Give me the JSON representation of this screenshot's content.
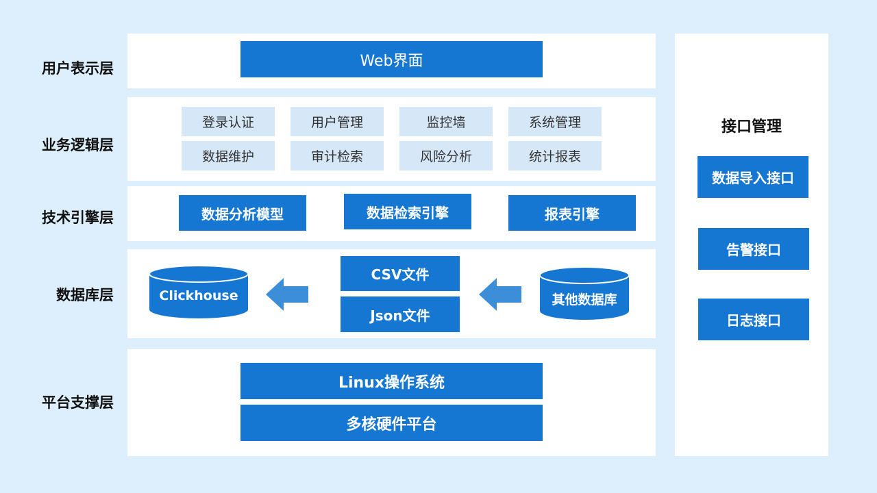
{
  "layers": {
    "presentation": "用户表示层",
    "business": "业务逻辑层",
    "engine": "技术引擎层",
    "database": "数据库层",
    "platform": "平台支撑层"
  },
  "presentation": {
    "web": "Web界面"
  },
  "business": {
    "items": [
      "登录认证",
      "用户管理",
      "监控墙",
      "系统管理",
      "数据维护",
      "审计检索",
      "风险分析",
      "统计报表"
    ]
  },
  "engine": {
    "items": [
      "数据分析模型",
      "数据检索引擎",
      "报表引擎"
    ]
  },
  "database": {
    "clickhouse": "Clickhouse",
    "csv": "CSV文件",
    "json": "Json文件",
    "other": "其他数据库"
  },
  "platform": {
    "os": "Linux操作系统",
    "hw": "多核硬件平台"
  },
  "interfaces": {
    "title": "接口管理",
    "items": [
      "数据导入接口",
      "告警接口",
      "日志接口"
    ]
  },
  "colors": {
    "background": "#ddeefc",
    "panel": "#ffffff",
    "primary_blue": "#1677d2",
    "light_blue": "#d6e7f8",
    "arrow_blue": "#3d8ed9"
  }
}
